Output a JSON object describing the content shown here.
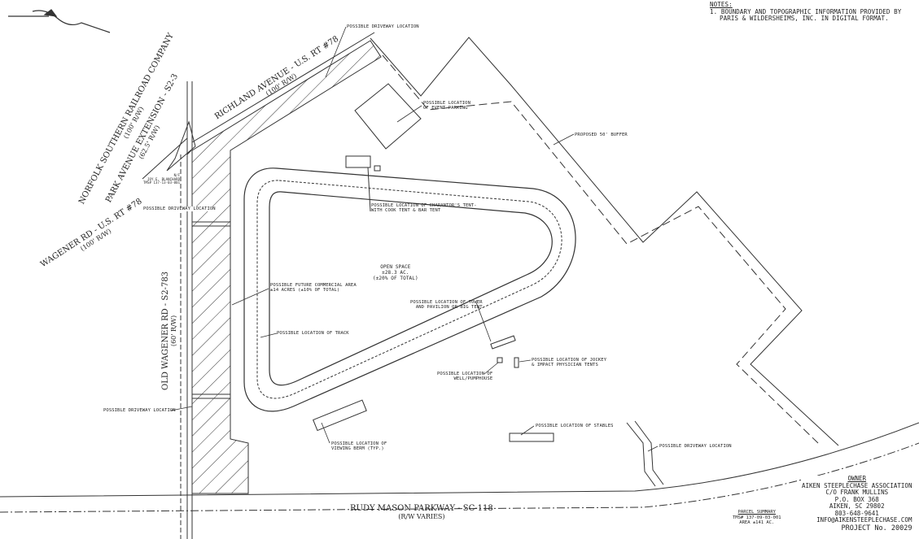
{
  "notes": {
    "heading": "NOTES:",
    "item": "1. BOUNDARY AND TOPOGRAPHIC INFORMATION PROVIDED BY",
    "item2": "PARIS & WILDERSHEIMS, INC. IN DIGITAL FORMAT."
  },
  "roads": {
    "richland": "RICHLAND AVENUE - U.S. RT #78",
    "richland_rw": "(100' R/W)",
    "railroad": "NORFOLK SOUTHERN RAILROAD COMPANY",
    "railroad_rw": "(100' R/W)",
    "park": "PARK AVENUE EXTENSION - S2-3",
    "park_rw": "(62.5' R/W)",
    "wagener": "WAGENER RD - U.S. RT #78",
    "wagener_rw": "(100' R/W)",
    "old_wagener": "OLD WAGENER RD - S2-783",
    "old_wagener_rw": "(60' R/W)",
    "rudy": "RUDY MASON PARKWAY - SC-118",
    "rudy_rw": "(R/W VARIES)"
  },
  "labels": {
    "driveway_top": "POSSIBLE DRIVEWAY LOCATION",
    "event_parking": "POSSIBLE LOCATION\nOF EVENT PARKING",
    "buffer": "PROPOSED 50' BUFFER",
    "caterer": "POSSIBLE LOCATION OF CHARANTOR'S TENT-\nWITH COOK TENT & BAR TENT",
    "open_space": "OPEN SPACE\n±28.3 AC.\n(±20% OF TOTAL)",
    "commercial": "POSSIBLE FUTURE COMMERCIAL AREA\n±14 ACRES (±10% OF TOTAL)",
    "track": "POSSIBLE LOCATION OF TRACK",
    "tower": "POSSIBLE LOCATION OF TOWER\nAND PAVILION OR BIG TENT",
    "jockey": "POSSIBLE LOCATION OF JOCKEY\n& IMPACT PHYSICIAN TENTS",
    "well": "POSSIBLE LOCATION OF\nWELL/PUMPHOUSE",
    "stables": "POSSIBLE LOCATION OF STABLES",
    "driveway_bottom": "POSSIBLE DRIVEWAY LOCATION",
    "berm": "POSSIBLE LOCATION OF\nVIEWING BERM (TYP.)",
    "driveway_left_low": "POSSIBLE DRIVEWAY LOCATION",
    "driveway_left_high": "POSSIBLE DRIVEWAY LOCATION",
    "neighbor": "N/F\nJOY E. BLANCHARD\nTMS# 137-13-03-001"
  },
  "parcel": {
    "heading": "PARCEL SUMMARY",
    "tms": "TMS# 137-09-03-001",
    "area": "AREA   ±141 AC."
  },
  "owner": {
    "heading": "OWNER",
    "name": "AIKEN STEEPLECHASE ASSOCIATION",
    "co": "C/O FRANK MULLINS",
    "box": "P.O. BOX 368",
    "city": "AIKEN, SC 29802",
    "phone": "803-648-9641",
    "email": "INFO@AIKENSTEEPLECHASE.COM"
  },
  "project": "PROJECT No. 20029",
  "colors": {
    "ink": "#222222",
    "background": "#ffffff"
  }
}
